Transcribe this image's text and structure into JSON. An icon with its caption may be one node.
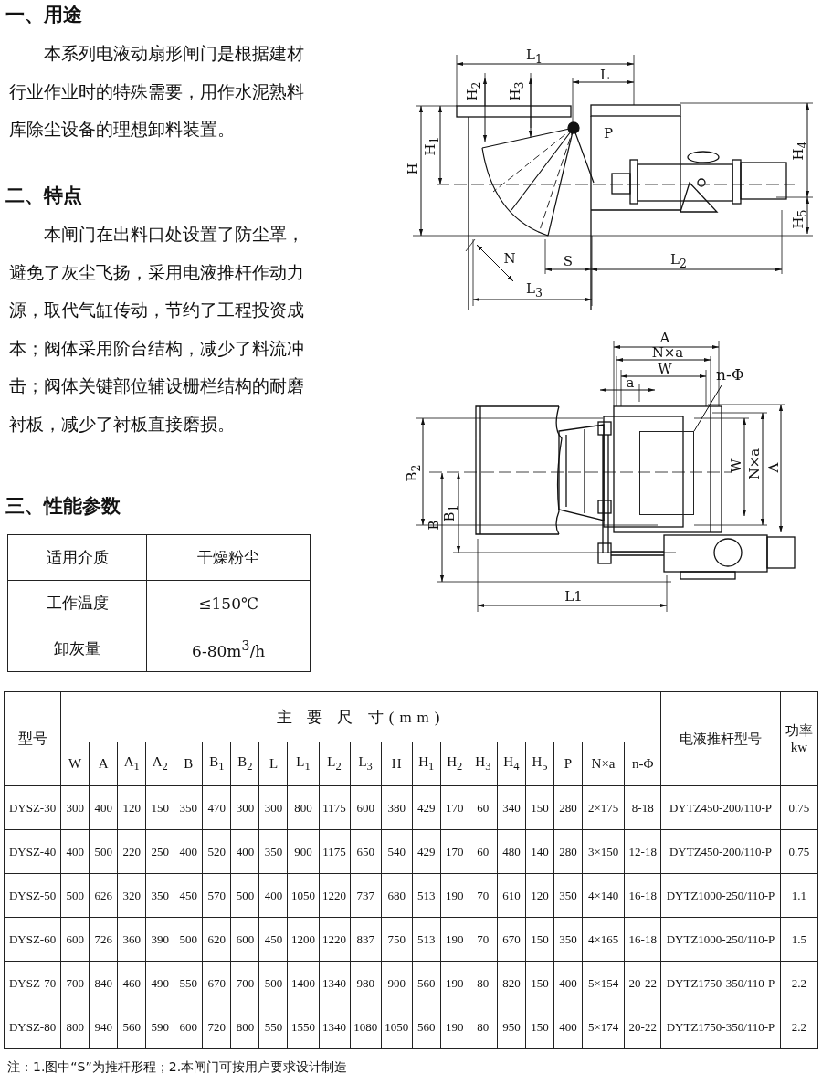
{
  "diagram": {
    "nodes": [
      {
        "text": [
          "n-Φ"
        ]
      },
      {
        "text": [],
        "shape": "box"
      }
    ],
    "edges": [
      {
        "from": 0,
        "to": 1,
        "arrow": "none"
      }
    ],
    "labels": [
      "一、用途",
      "本系列电液动扇形闸门是根据建材行业作业时的特殊需要，用作水泥熟料库除尘设备的理想卸料装置。",
      "二、特点",
      "本闸门在出料口处设置了防尘罩，避免了灰尘飞扬，采用电液推杆作动力源，取代气缸传动，节约了工程投资成本；阀体采用阶台结构，减少了料流冲击；阀体关键部位辅设栅栏结构的耐磨衬板，减少了衬板直接磨损。",
      "三、性能参数",
      "适用介质",
      "干燥粉尘",
      "工作温度",
      "≤150℃",
      "卸灰量",
      "6-80m$^{3}$/h",
      "L$_{1}$",
      "L",
      "H$_{2}$",
      "H$_{3}$",
      "H",
      "H$_{1}$",
      "P",
      "H$_{4}$",
      "H$_{5}$",
      "N",
      "S",
      "L$_{2}$",
      "L$_{3}$",
      "A",
      "N×a",
      "W",
      "a",
      "B$_{2}$",
      "B",
      "B$_{1}$",
      "W",
      "N×a",
      "A",
      "L1",
      "型号",
      "主 要 尺 寸(mm)",
      "电液推杆型号",
      "功率 kw",
      "W",
      "A",
      "A$_{1}$",
      "A$_{2}$",
      "B",
      "B$_{1}$",
      "B$_{2}$",
      "L",
      "L$_{1}$",
      "L$_{2}$",
      "L$_{3}$",
      "H",
      "H$_{1}$",
      "H$_{2}$",
      "H$_{3}$",
      "H$_{4}$",
      "H$_{5}$",
      "P",
      "N×a",
      "n-Φ",
      "DYSZ-30",
      "300",
      "400",
      "120",
      "150",
      "350",
      "470",
      "300",
      "300",
      "800",
      "1175",
      "600",
      "380",
      "429",
      "170",
      "60",
      "340",
      "150",
      "280",
      "2×175",
      "8-18",
      "DYTZ450-200/110-P",
      "0.75",
      "DYSZ-40",
      "400",
      "500",
      "220",
      "250",
      "400",
      "520",
      "400",
      "350",
      "900",
      "1175",
      "650",
      "540",
      "429",
      "170",
      "60",
      "480",
      "140",
      "280",
      "3×150",
      "12-18",
      "DYTZ450-200/110-P",
      "0.75",
      "DYSZ-50",
      "500",
      "626",
      "320",
      "350",
      "450",
      "570",
      "500",
      "400",
      "1050",
      "1220",
      "737",
      "680",
      "513",
      "190",
      "70",
      "610",
      "120",
      "350",
      "4×140",
      "16-18",
      "DYTZ1000-250/110-P",
      "1.1",
      "DYSZ-60",
      "600",
      "726",
      "360",
      "390",
      "500",
      "620",
      "600",
      "450",
      "1200",
      "1220",
      "837",
      "750",
      "513",
      "190",
      "70",
      "670",
      "150",
      "350",
      "4×165",
      "16-18",
      "DYTZ1000-250/110-P",
      "1.5",
      "DYSZ-70",
      "700",
      "840",
      "460",
      "490",
      "550",
      "670",
      "700",
      "500",
      "1400",
      "1340",
      "980",
      "900",
      "560",
      "190",
      "80",
      "820",
      "150",
      "400",
      "5×154",
      "20-22",
      "DYTZ1750-350/110-P",
      "2.2",
      "DYSZ-80",
      "800",
      "940",
      "560",
      "590",
      "600",
      "720",
      "800",
      "550",
      "1550",
      "1340",
      "1080",
      "1050",
      "560",
      "190",
      "80",
      "950",
      "150",
      "400",
      "5×174",
      "20-22",
      "DYTZ1750-350/110-P",
      "2.2",
      "注：1.图中“S”为推杆形程；2.本闸门可按用户要求设计制造"
    ]
  }
}
